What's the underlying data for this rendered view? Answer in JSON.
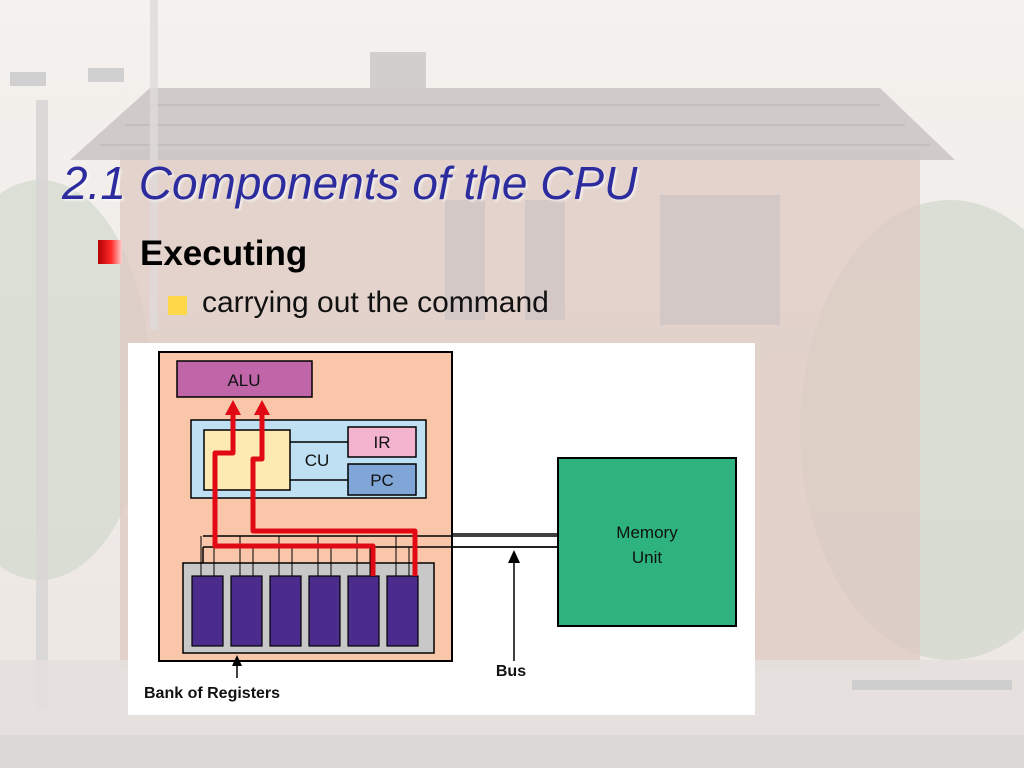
{
  "slide": {
    "title": "2.1  Components of the CPU",
    "bullet_level1": "Executing",
    "bullet_level2": "carrying out the command"
  },
  "diagram": {
    "alu": "ALU",
    "cu": "CU",
    "ir": "IR",
    "pc": "PC",
    "memory_line1": "Memory",
    "memory_line2": "Unit",
    "bus": "Bus",
    "bank": "Bank of Registers",
    "register_count": 6
  },
  "colors": {
    "title": "#2c2c9e",
    "cpu_body": "#f9c6aa",
    "alu": "#bf65a8",
    "control_panel": "#bfe0f3",
    "cu": "#fde9b2",
    "ir": "#f4b4d0",
    "pc": "#7fa6d6",
    "register": "#4b2c8c",
    "register_bank": "#c8c8c8",
    "memory": "#2eb37f",
    "signal_path": "#e10a14"
  }
}
